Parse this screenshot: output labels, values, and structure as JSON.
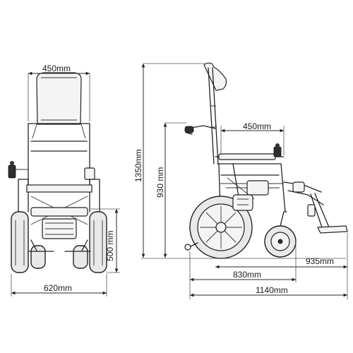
{
  "dimensions": {
    "front_width_top": "450mm",
    "front_width_bottom": "620mm",
    "seat_height": "500 mm",
    "total_height": "1350mm",
    "armrest_height": "930 mm",
    "seat_depth": "450mm",
    "length_folded_legrest": "935mm",
    "wheel_base_length": "830mm",
    "total_length": "1140mm"
  }
}
